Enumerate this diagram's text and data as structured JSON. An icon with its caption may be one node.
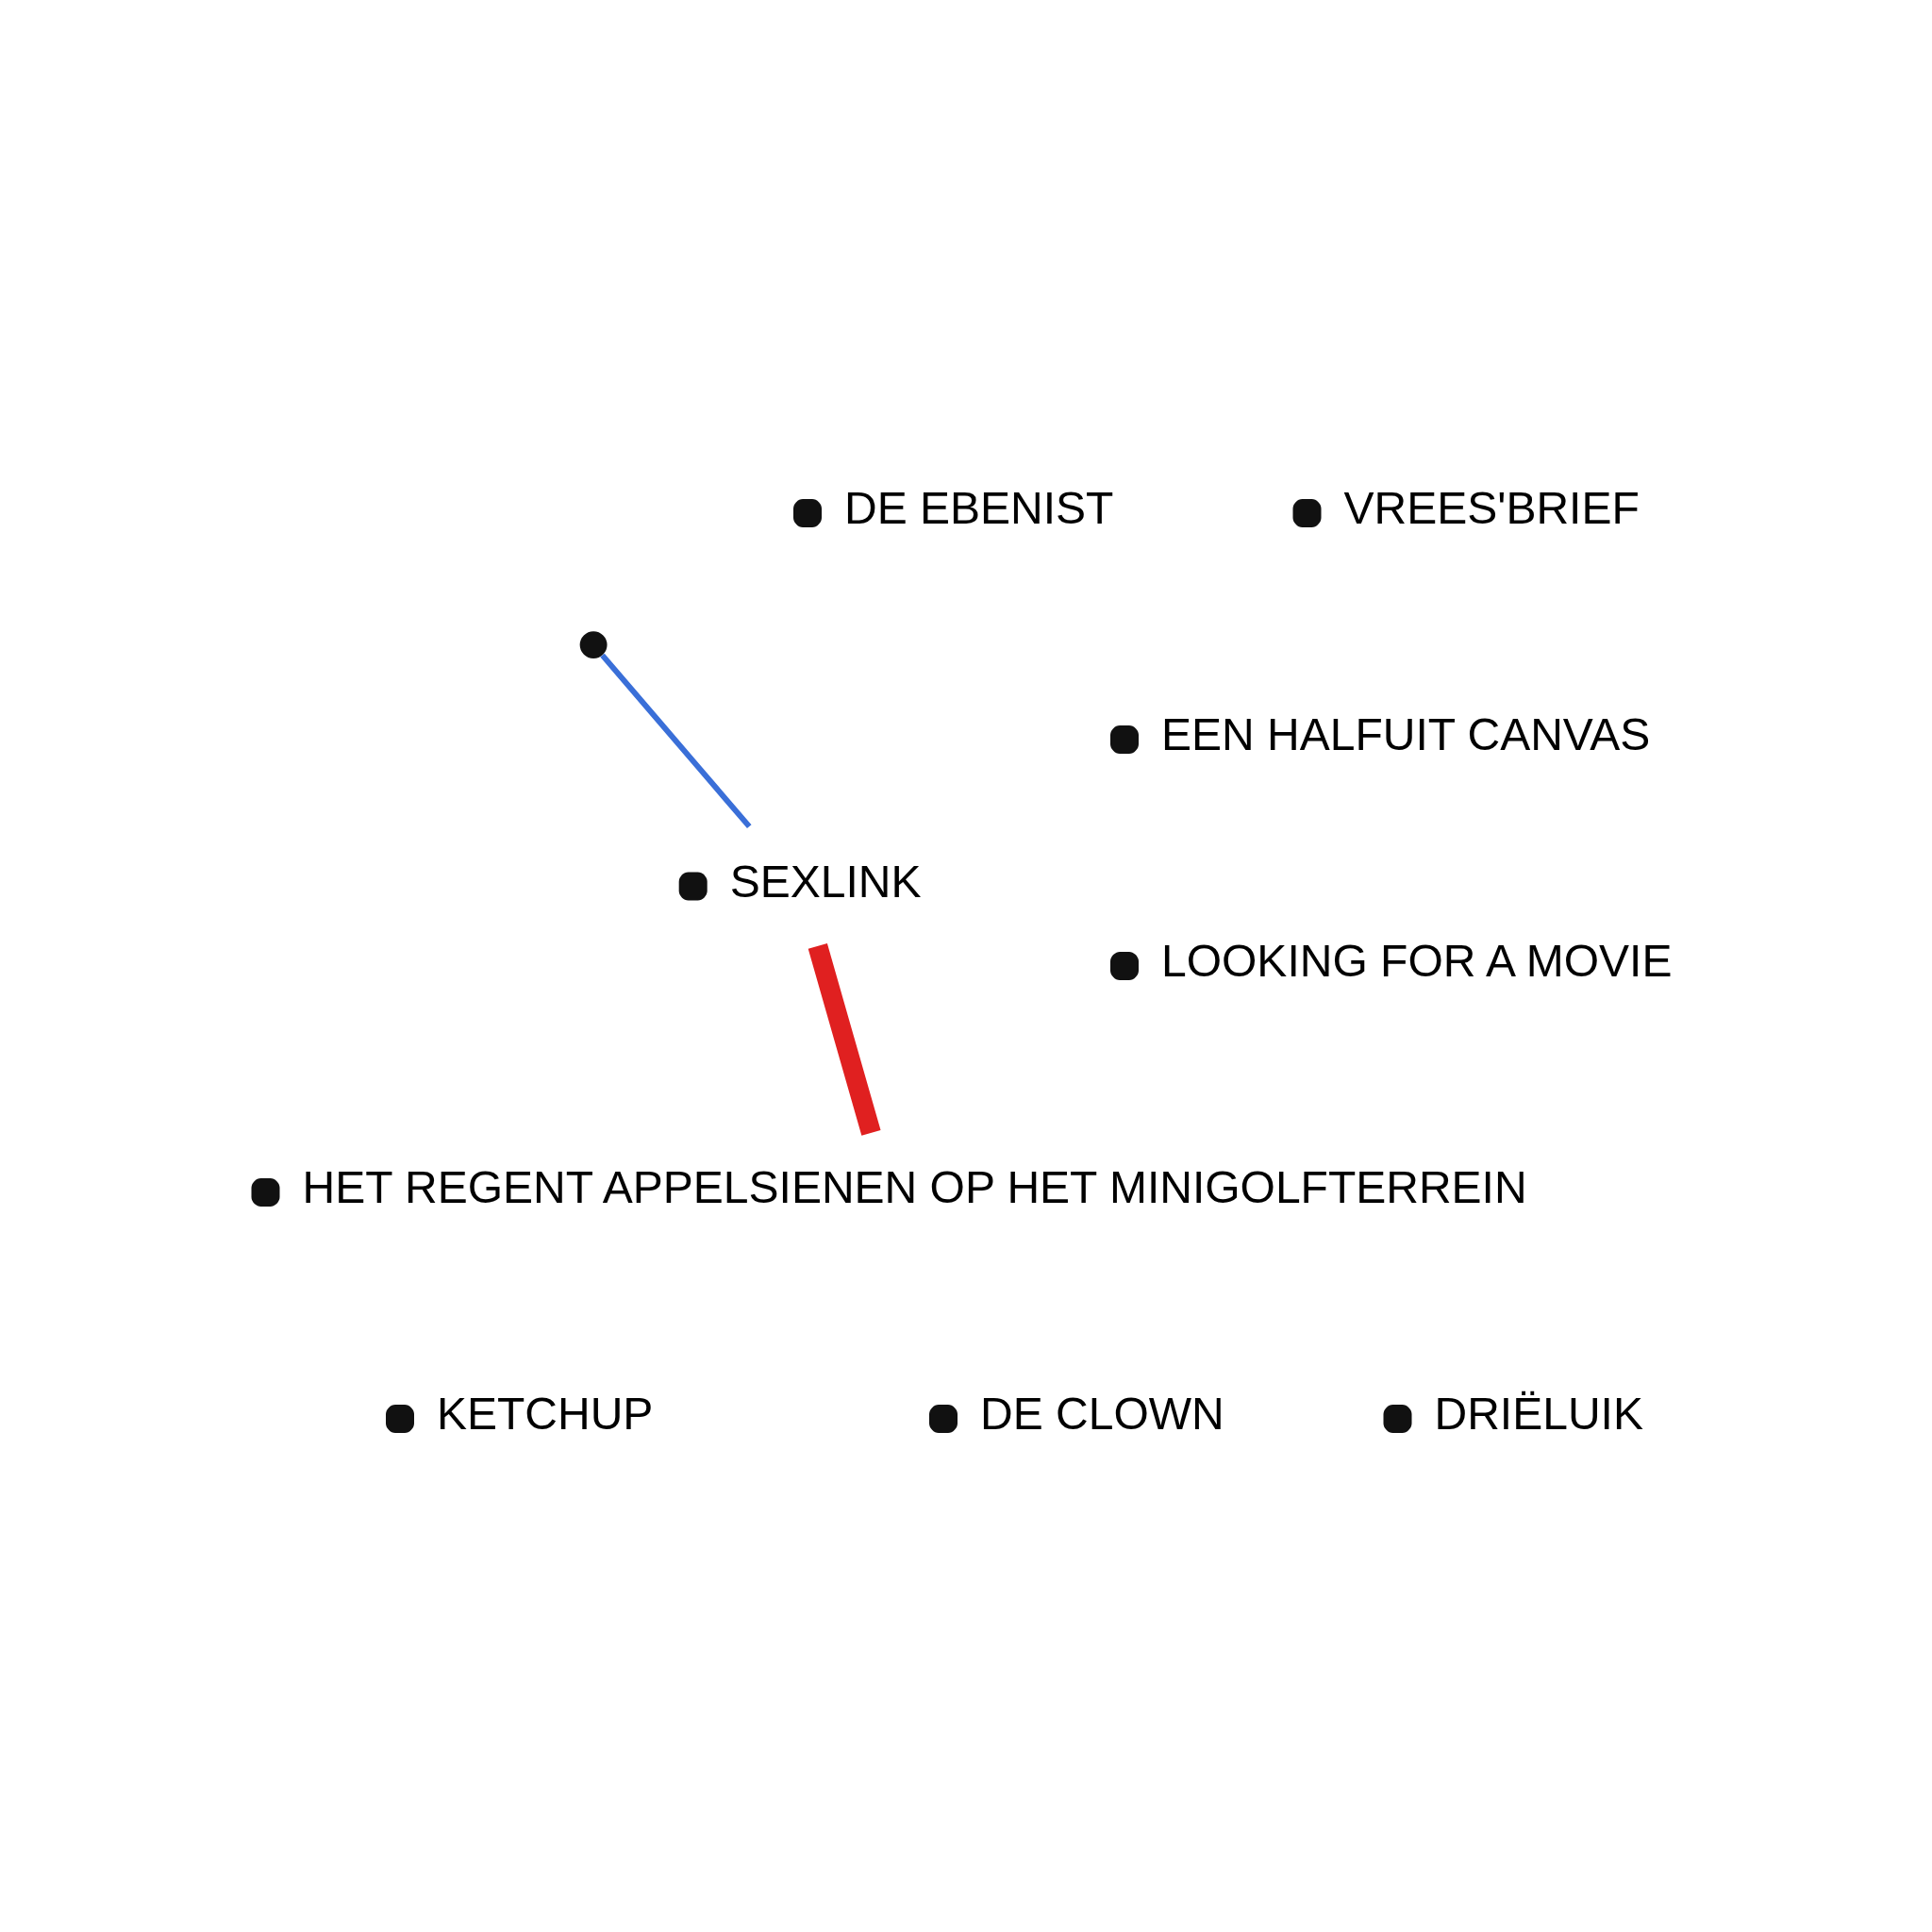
{
  "diagram": {
    "nodes": [
      {
        "text": [
          "EEN HALFUIT CANVAS"
        ]
      },
      {
        "text": [],
        "shape": "circle"
      },
      {
        "text": [
          "DRIËLUIK"
        ]
      },
      {
        "text": [
          "LOOKING FOR A MOVIE"
        ]
      },
      {
        "text": [
          "KETCHUP"
        ]
      },
      {
        "text": [
          "DE EBENIST"
        ]
      },
      {
        "text": [
          "VREES'BRIEF"
        ]
      },
      {
        "text": [
          "DE CLOWN"
        ]
      },
      {
        "text": [
          "SEXLINK"
        ]
      },
      {
        "text": [
          "HET REGENT APPELSIENEN OP HET MINIGOLFTERREIN"
        ]
      }
    ],
    "edges": [
      {
        "from": 1,
        "to": 8,
        "arrow": "none",
        "color": "#3a6fd8"
      },
      {
        "from": 8,
        "to": 9,
        "arrow": "none",
        "style": "thick",
        "color": "#e02020"
      }
    ]
  }
}
